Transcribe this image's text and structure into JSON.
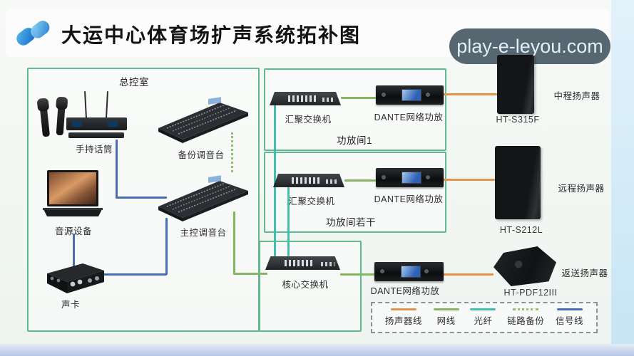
{
  "title": "大运中心体育场扩声系统拓补图",
  "watermark": "play-e-leyou.com",
  "rooms": {
    "control": "总控室",
    "amp1": "功放间1",
    "ampN": "功放间若干"
  },
  "devices": {
    "mic": "手持话筒",
    "backup_console": "备份调音台",
    "source": "音源设备",
    "main_console": "主控调音台",
    "soundcard": "声卡",
    "agg_switch": "汇聚交换机",
    "dante_amp": "DANTE网络功放",
    "core_switch": "核心交换机",
    "spk_mid": "中程扬声器",
    "spk_mid_model": "HT-S315F",
    "spk_far": "远程扬声器",
    "spk_far_model": "HT-S212L",
    "spk_mon": "返送扬声器",
    "spk_mon_model": "HT-PDF12III"
  },
  "legend": {
    "items": [
      {
        "label": "扬声器线",
        "color": "#e2954a",
        "style": "solid"
      },
      {
        "label": "网线",
        "color": "#85b561",
        "style": "solid"
      },
      {
        "label": "光纤",
        "color": "#41bfab",
        "style": "solid"
      },
      {
        "label": "链路备份",
        "color": "#9cbf6f",
        "style": "dotted"
      },
      {
        "label": "信号线",
        "color": "#4a6cb3",
        "style": "solid"
      }
    ]
  },
  "colors": {
    "speaker_line": "#e2954a",
    "network_line": "#85b561",
    "fiber_line": "#41bfab",
    "backup_line": "#9cbf6f",
    "signal_line": "#4a6cb3",
    "box_border": "#62b98f"
  }
}
